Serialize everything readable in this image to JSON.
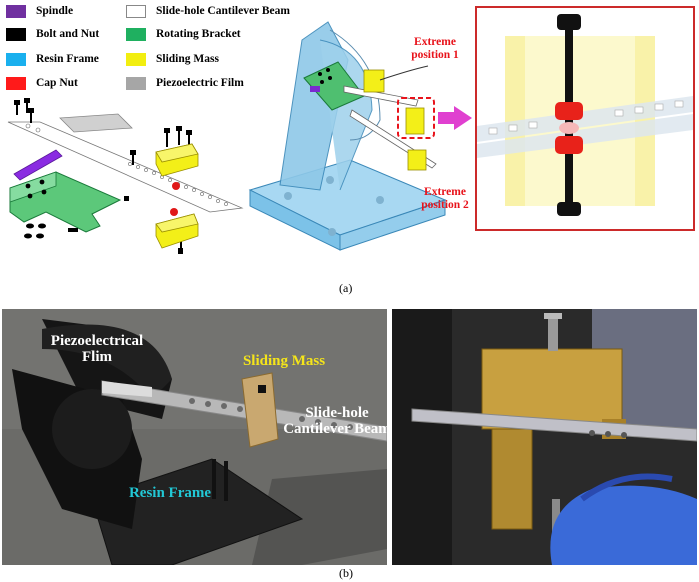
{
  "legend": [
    {
      "label": "Spindle",
      "color": "#7030a0",
      "border": "#7030a0"
    },
    {
      "label": "Bolt and Nut",
      "color": "#000000",
      "border": "#000000"
    },
    {
      "label": "Resin Frame",
      "color": "#1ab0ee",
      "border": "#1ab0ee"
    },
    {
      "label": "Cap Nut",
      "color": "#ff1a1a",
      "border": "#ff1a1a"
    },
    {
      "label": "Slide-hole Cantilever Beam",
      "color": "#ffffff",
      "border": "#888888"
    },
    {
      "label": "Rotating Bracket",
      "color": "#1fb060",
      "border": "#1fb060"
    },
    {
      "label": "Sliding Mass",
      "color": "#f2ee10",
      "border": "#f2ee10"
    },
    {
      "label": "Piezoelectric Film",
      "color": "#a6a6a6",
      "border": "#a6a6a6"
    }
  ],
  "part_a": {
    "extreme_1": "Extreme\nposition 1",
    "extreme_2": "Extreme\nposition 2",
    "caption": "(a)"
  },
  "part_b": {
    "piezo_label": "Piezoelectrical\nFlim",
    "sliding_mass_label": "Sliding Mass",
    "beam_label": "Slide-hole\nCantilever Beam",
    "resin_frame_label": "Resin Frame",
    "caption": "(b)"
  },
  "colors": {
    "extreme": "#e8131b",
    "sliding_mass_text": "#f5e51a",
    "resin_frame_text": "#22c8d6",
    "label_white": "#ffffff"
  }
}
